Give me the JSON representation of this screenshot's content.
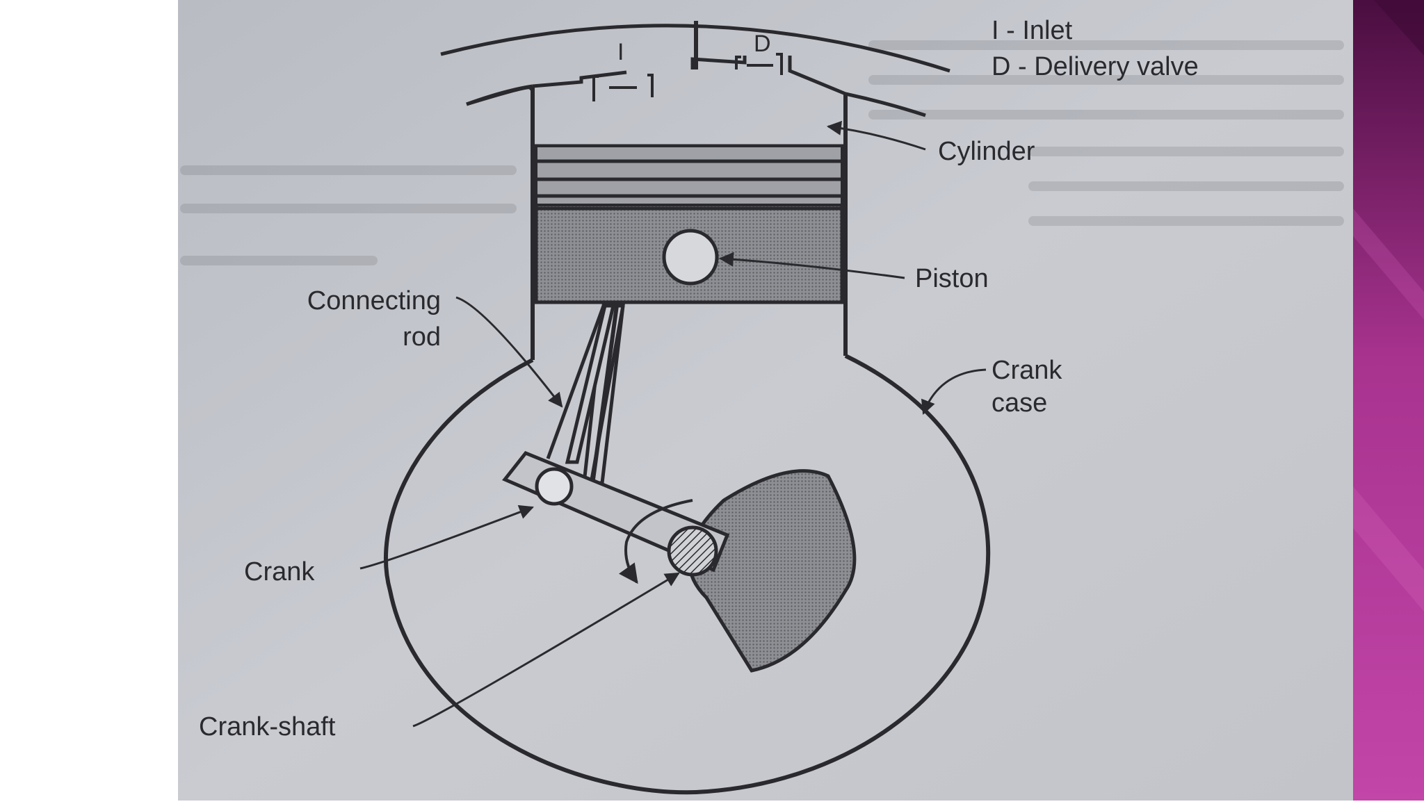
{
  "legend": {
    "inlet": "I - Inlet",
    "delivery": "D - Delivery valve"
  },
  "valve_marks": {
    "inlet": "I",
    "delivery": "D"
  },
  "labels": {
    "cylinder": "Cylinder",
    "piston": "Piston",
    "connecting_rod_line1": "Connecting",
    "connecting_rod_line2": "rod",
    "crank_case_line1": "Crank",
    "crank_case_line2": "case",
    "crank": "Crank",
    "crank_shaft": "Crank-shaft"
  },
  "colors": {
    "paper": "#c7c9cf",
    "ink": "#2a2a2e",
    "sidebar_top": "#4a0e40",
    "sidebar_bottom": "#c245a8"
  }
}
